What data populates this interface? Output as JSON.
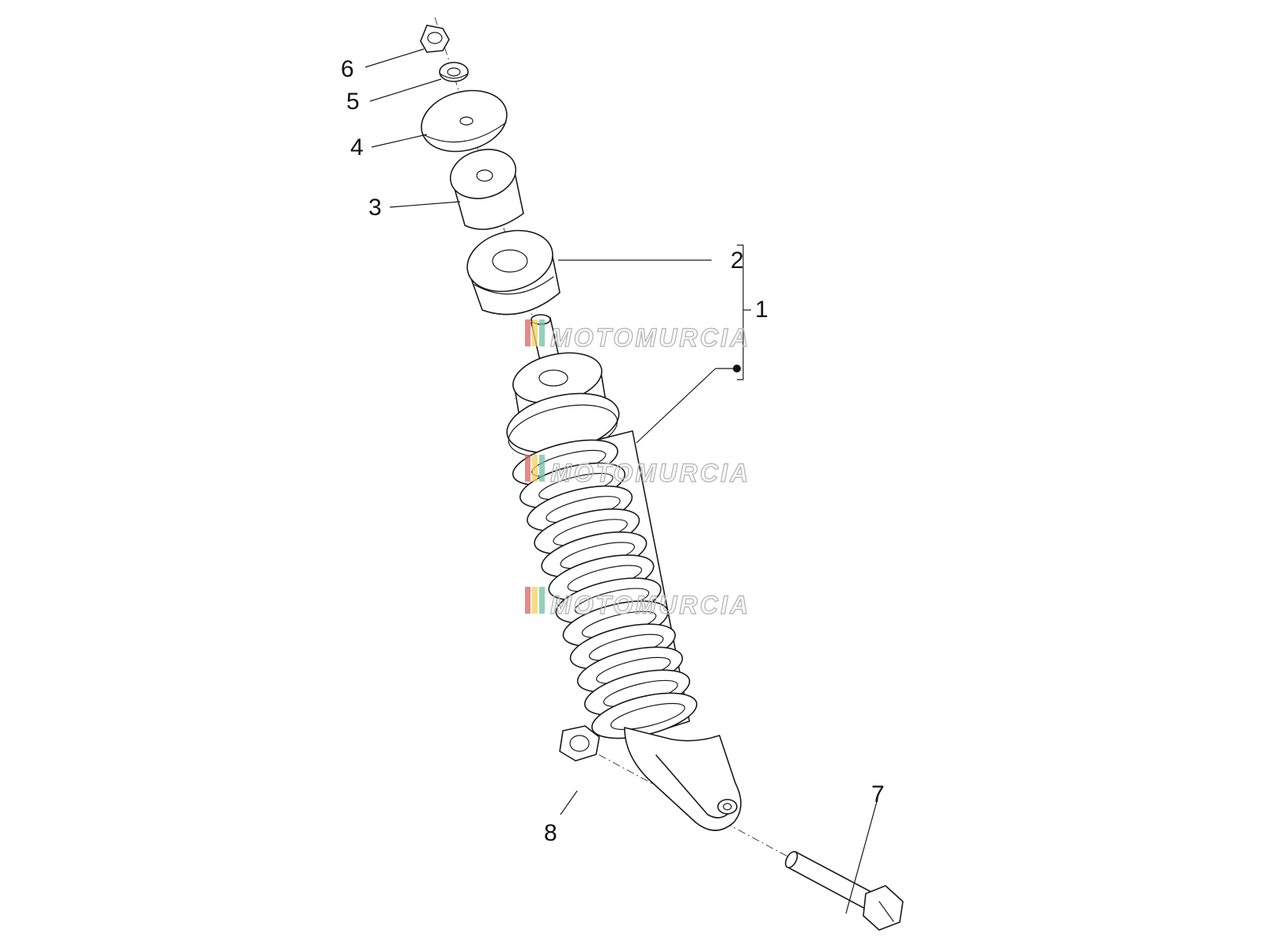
{
  "diagram": {
    "callouts": [
      {
        "id": "1",
        "label": "1"
      },
      {
        "id": "2",
        "label": "2"
      },
      {
        "id": "3",
        "label": "3"
      },
      {
        "id": "4",
        "label": "4"
      },
      {
        "id": "5",
        "label": "5"
      },
      {
        "id": "6",
        "label": "6"
      },
      {
        "id": "7",
        "label": "7"
      },
      {
        "id": "8",
        "label": "8"
      }
    ],
    "watermark": {
      "text": "MOTOMURCIA",
      "stripe_colors": [
        "#e06060",
        "#f0d060",
        "#70c0a0"
      ]
    }
  }
}
